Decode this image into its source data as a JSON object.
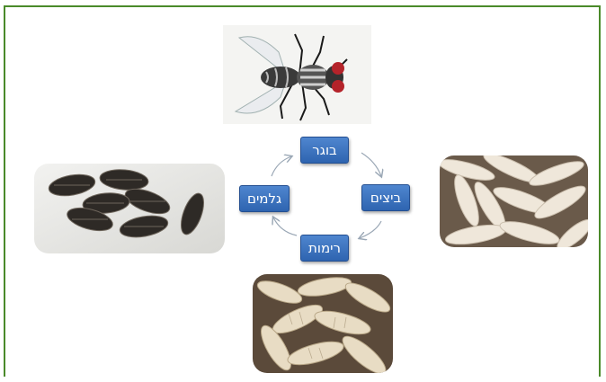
{
  "stages": {
    "adult": "בוגר",
    "eggs": "ביצים",
    "larvae": "רימות",
    "pupae": "גלמים"
  },
  "colors": {
    "frame_border": "#4a8a2a",
    "box_fill": "#3a72c0",
    "arrow": "#9aa7b5"
  },
  "images": {
    "adult": "fly-photo",
    "eggs": "eggs-photo",
    "larvae": "maggots-photo",
    "pupae": "pupae-photo"
  }
}
